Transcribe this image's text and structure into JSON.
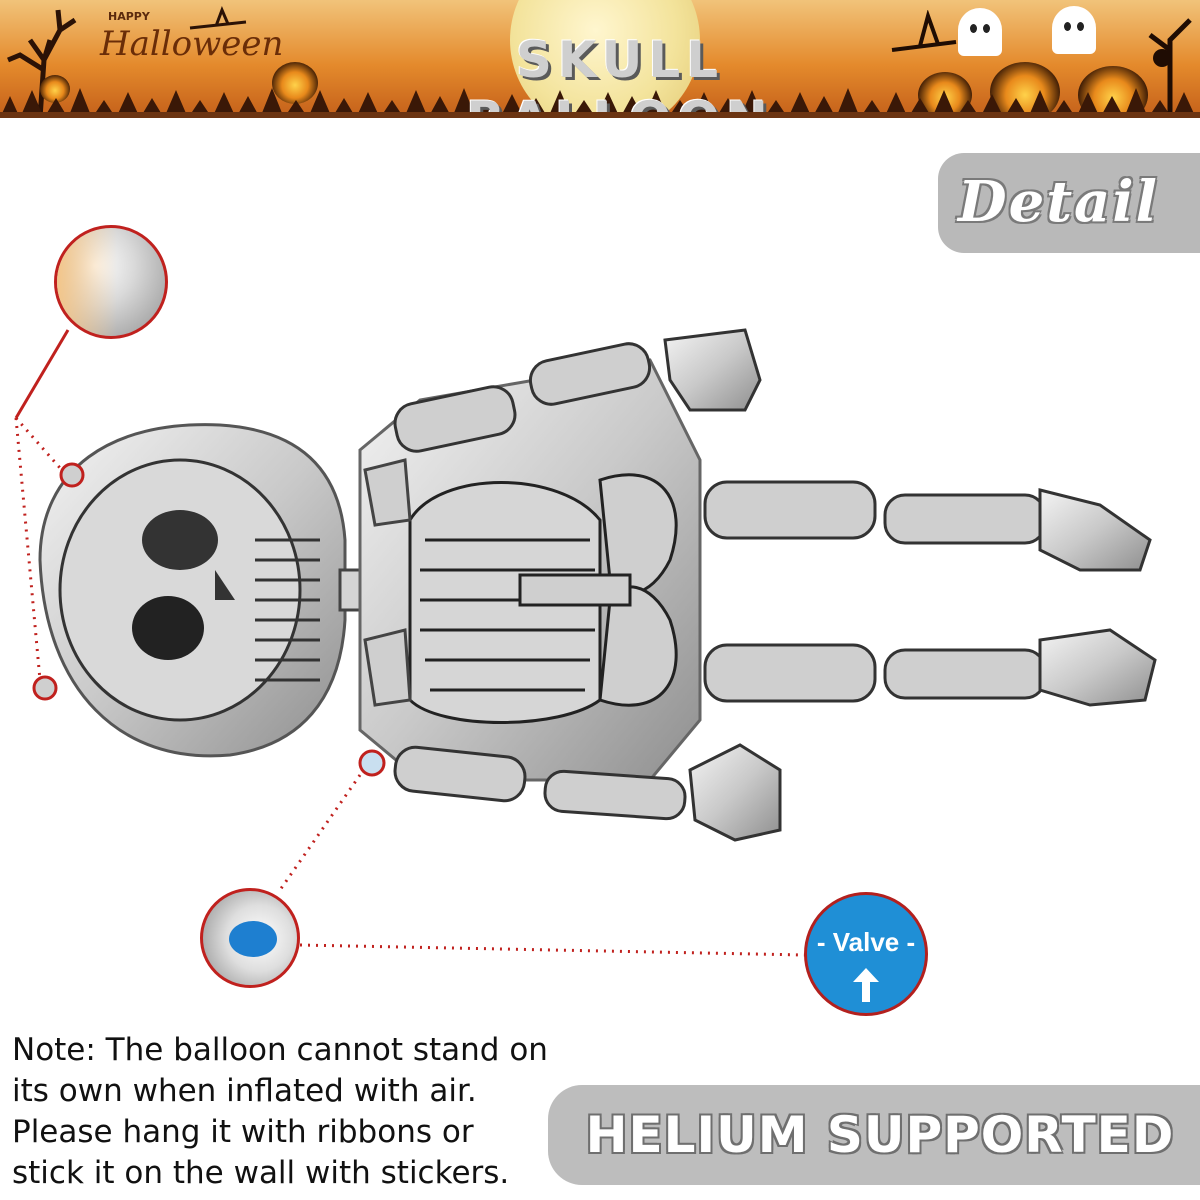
{
  "banner": {
    "happy_text": "HAPPY",
    "halloween_text": "Halloween",
    "title": "SKULL BALLOON"
  },
  "detail_badge": {
    "label": "Detail"
  },
  "valve": {
    "label": "- Valve -"
  },
  "note": {
    "lines": [
      "Note: The balloon cannot stand on",
      "its own when inflated with air.",
      "Please hang it with ribbons or",
      "stick it on the wall with stickers."
    ]
  },
  "helium": {
    "label": "HELIUM SUPPORTED"
  },
  "colors": {
    "banner_orange": "#e48a2c",
    "accent_red": "#c0211e",
    "valve_blue": "#1f8fd6",
    "badge_gray": "#b9b9b9"
  },
  "icons": [
    "pumpkin-icon",
    "ghost-icon",
    "moon-icon",
    "up-arrow-icon"
  ]
}
